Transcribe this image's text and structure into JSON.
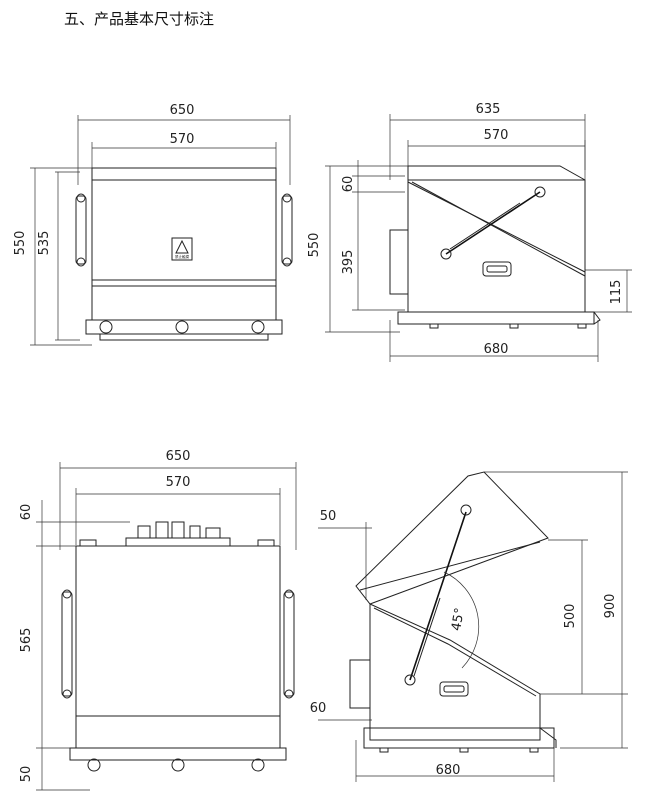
{
  "heading": "五、产品基本尺寸标注",
  "warning_sign_text": "禁止触摸",
  "views": {
    "front_closed": {
      "width_outer": "650",
      "width_inner": "570",
      "height_outer": "550",
      "height_inner": "535"
    },
    "side_closed": {
      "width_outer": "635",
      "width_inner": "570",
      "height": "550",
      "top_offset": "60",
      "lower": "395",
      "bottom_right": "115",
      "depth": "680"
    },
    "front_open": {
      "width_outer": "650",
      "width_inner": "570",
      "top": "60",
      "body": "565",
      "bottom": "50"
    },
    "side_open": {
      "lid_offset": "50",
      "angle": "45°",
      "lid_height": "500",
      "total_height": "900",
      "base": "60",
      "depth": "680"
    }
  }
}
